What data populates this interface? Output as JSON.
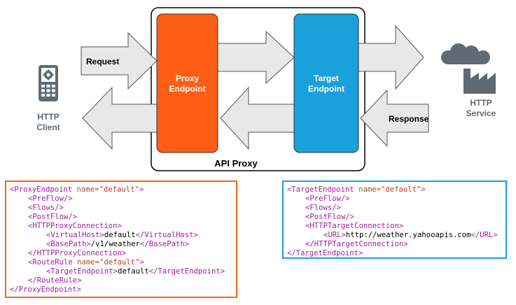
{
  "labels": {
    "request": "Request",
    "response": "Response",
    "proxy_endpoint_line1": "Proxy",
    "proxy_endpoint_line2": "Endpoint",
    "target_endpoint_line1": "Target",
    "target_endpoint_line2": "Endpoint",
    "api_proxy": "API Proxy",
    "http_client_line1": "HTTP",
    "http_client_line2": "Client",
    "http_service_line1": "HTTP",
    "http_service_line2": "Service"
  },
  "colors": {
    "proxy_endpoint": "#ff5e16",
    "target_endpoint": "#1aa0db",
    "arrow_fill": "#e8e8e8",
    "arrow_stroke": "#555555",
    "icon_gray": "#5f6a72",
    "tag": "#a020a0",
    "attr": "#a0522d",
    "string": "#c0392b"
  },
  "icons": {
    "client": "mobile-phone-icon",
    "service": "cloud-factory-icon"
  },
  "proxy_xml": [
    {
      "indent": 0,
      "parts": [
        {
          "t": "tag",
          "v": "<ProxyEndpoint "
        },
        {
          "t": "attr",
          "v": "name="
        },
        {
          "t": "str",
          "v": "\"default\""
        },
        {
          "t": "tag",
          "v": ">"
        }
      ]
    },
    {
      "indent": 1,
      "parts": [
        {
          "t": "tag",
          "v": "<PreFlow/>"
        }
      ]
    },
    {
      "indent": 1,
      "parts": [
        {
          "t": "tag",
          "v": "<Flows/>"
        }
      ]
    },
    {
      "indent": 1,
      "parts": [
        {
          "t": "tag",
          "v": "<PostFlow/>"
        }
      ]
    },
    {
      "indent": 1,
      "parts": [
        {
          "t": "tag",
          "v": "<HTTPProxyConnection>"
        }
      ]
    },
    {
      "indent": 2,
      "parts": [
        {
          "t": "tag",
          "v": "<VirtualHost>"
        },
        {
          "t": "txt",
          "v": "default"
        },
        {
          "t": "tag",
          "v": "</VirtualHost>"
        }
      ]
    },
    {
      "indent": 2,
      "parts": [
        {
          "t": "tag",
          "v": "<BasePath>"
        },
        {
          "t": "txt",
          "v": "/v1/weather"
        },
        {
          "t": "tag",
          "v": "</BasePath>"
        }
      ]
    },
    {
      "indent": 1,
      "parts": [
        {
          "t": "tag",
          "v": "</HTTPProxyConnection>"
        }
      ]
    },
    {
      "indent": 1,
      "parts": [
        {
          "t": "tag",
          "v": "<RouteRule "
        },
        {
          "t": "attr",
          "v": "name="
        },
        {
          "t": "str",
          "v": "\"default\""
        },
        {
          "t": "tag",
          "v": ">"
        }
      ]
    },
    {
      "indent": 2,
      "parts": [
        {
          "t": "tag",
          "v": "<TargetEndpoint>"
        },
        {
          "t": "txt",
          "v": "default"
        },
        {
          "t": "tag",
          "v": "</TargetEndpoint>"
        }
      ]
    },
    {
      "indent": 1,
      "parts": [
        {
          "t": "tag",
          "v": "</RouteRule>"
        }
      ]
    },
    {
      "indent": 0,
      "parts": [
        {
          "t": "tag",
          "v": "</ProxyEndpoint>"
        }
      ]
    }
  ],
  "target_xml": [
    {
      "indent": 0,
      "parts": [
        {
          "t": "tag",
          "v": "<TargetEndpoint "
        },
        {
          "t": "attr",
          "v": "name="
        },
        {
          "t": "str",
          "v": "\"default\""
        },
        {
          "t": "tag",
          "v": ">"
        }
      ]
    },
    {
      "indent": 1,
      "parts": [
        {
          "t": "tag",
          "v": "<PreFlow/>"
        }
      ]
    },
    {
      "indent": 1,
      "parts": [
        {
          "t": "tag",
          "v": "<Flows/>"
        }
      ]
    },
    {
      "indent": 1,
      "parts": [
        {
          "t": "tag",
          "v": "<PostFlow/>"
        }
      ]
    },
    {
      "indent": 1,
      "parts": [
        {
          "t": "tag",
          "v": "<HTTPTargetConnection>"
        }
      ]
    },
    {
      "indent": 2,
      "parts": [
        {
          "t": "tag",
          "v": "<URL>"
        },
        {
          "t": "txt",
          "v": "http://weather.yahooapis.com"
        },
        {
          "t": "tag",
          "v": "</URL>"
        }
      ]
    },
    {
      "indent": 1,
      "parts": [
        {
          "t": "tag",
          "v": "</HTTPTargetConnection>"
        }
      ]
    },
    {
      "indent": 0,
      "parts": [
        {
          "t": "tag",
          "v": "</TargetEndpoint>"
        }
      ]
    }
  ]
}
